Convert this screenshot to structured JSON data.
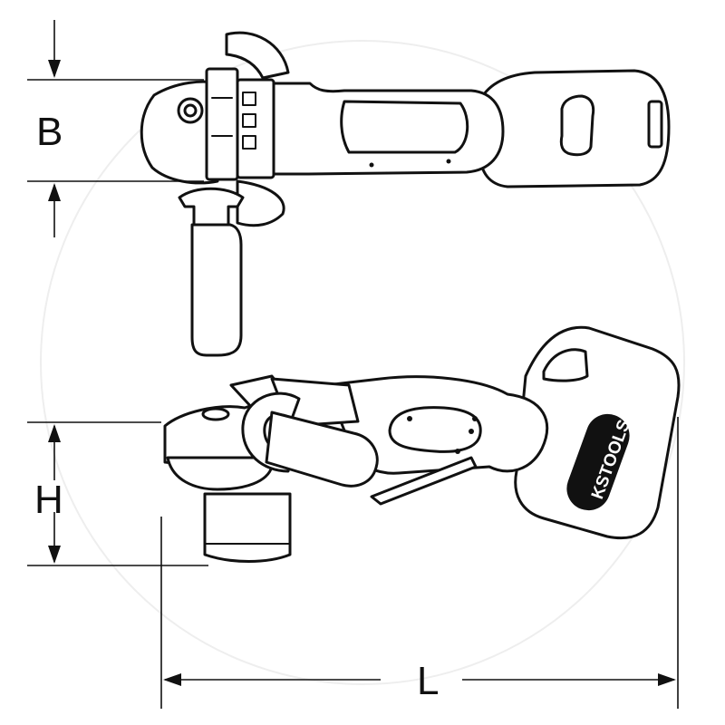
{
  "dimensions": {
    "width_label": "B",
    "height_label": "H",
    "length_label": "L"
  },
  "brand": {
    "logo_text": "KSTOOLS"
  }
}
